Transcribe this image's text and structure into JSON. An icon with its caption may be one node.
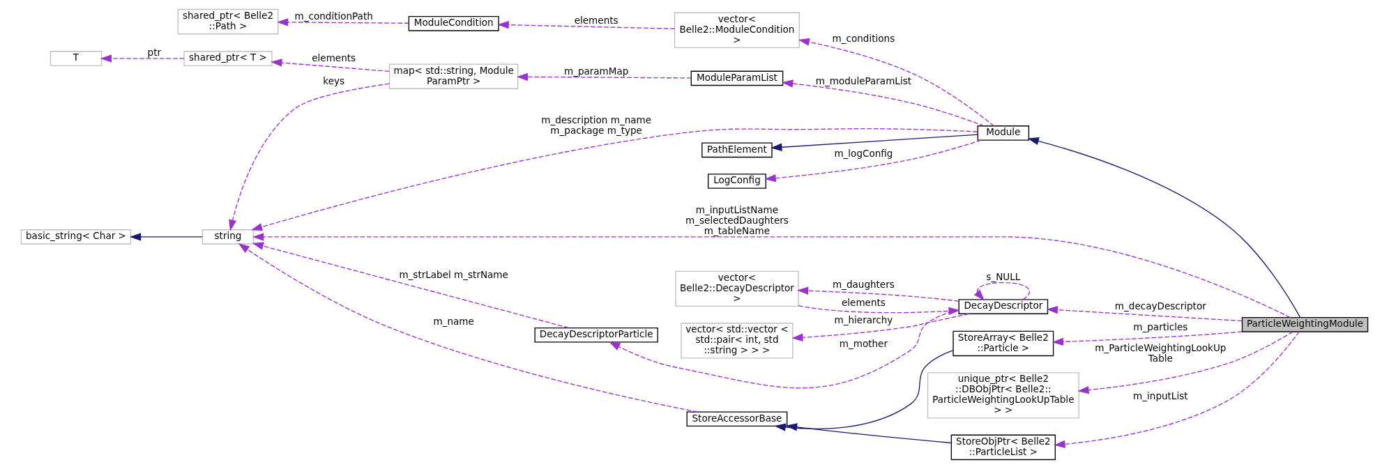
{
  "diagram": {
    "nodes": [
      {
        "text": [
          "ParticleWeightingModule"
        ]
      },
      {
        "text": [
          "Module"
        ]
      },
      {
        "text": [
          "vector< Belle2::ModuleCondition >"
        ]
      },
      {
        "text": [
          "ModuleCondition"
        ]
      },
      {
        "text": [
          "shared_ptr< Belle2 ::Path >"
        ]
      },
      {
        "text": [
          "ModuleParamList"
        ]
      },
      {
        "text": [
          "map< std::string, Module ParamPtr >"
        ]
      },
      {
        "text": [
          "shared_ptr< T >"
        ]
      },
      {
        "text": [
          "T"
        ]
      },
      {
        "text": [
          "string"
        ]
      },
      {
        "text": [
          "basic_string< Char >"
        ]
      },
      {
        "text": [
          "PathElement"
        ]
      },
      {
        "text": [
          "LogConfig"
        ]
      },
      {
        "text": [
          "DecayDescriptor"
        ]
      },
      {
        "text": [
          "vector< Belle2::DecayDescriptor >"
        ]
      },
      {
        "text": [
          "vector< std::vector < std::pair< int, std ::string > > >"
        ]
      },
      {
        "text": [
          "DecayDescriptorParticle"
        ]
      },
      {
        "text": [
          "StoreAccessorBase"
        ]
      },
      {
        "text": [
          "StoreArray< Belle2 ::Particle >"
        ]
      },
      {
        "text": [
          "unique_ptr< Belle2 ::DBObjPtr< Belle2:: ParticleWeightingLookUpTable > >"
        ]
      },
      {
        "text": [
          "StoreObjPtr< Belle2 ::ParticleList >"
        ]
      }
    ],
    "edges": [
      {
        "from": 0,
        "to": 1,
        "arrow": "to",
        "color": "#191970"
      },
      {
        "from": 1,
        "to": 2,
        "arrow": "to",
        "style": "dashed",
        "label": "m_conditions"
      },
      {
        "from": 2,
        "to": 3,
        "arrow": "to",
        "style": "dashed",
        "label": "elements"
      },
      {
        "from": 3,
        "to": 4,
        "arrow": "to",
        "style": "dashed",
        "label": "m_conditionPath"
      },
      {
        "from": 1,
        "to": 9,
        "arrow": "to",
        "style": "dashed",
        "label": "m_description m_name m_package m_type"
      },
      {
        "from": 1,
        "to": 5,
        "arrow": "to",
        "style": "dashed",
        "label": "m_moduleParamList"
      },
      {
        "from": 5,
        "to": 6,
        "arrow": "to",
        "style": "dashed",
        "label": "m_paramMap"
      },
      {
        "from": 6,
        "to": 7,
        "arrow": "to",
        "style": "dashed",
        "label": "elements"
      },
      {
        "from": 7,
        "to": 8,
        "arrow": "to",
        "style": "dashed",
        "label": "ptr"
      },
      {
        "from": 6,
        "to": 9,
        "arrow": "to",
        "style": "dashed",
        "label": "keys"
      },
      {
        "from": 1,
        "to": 11,
        "arrow": "to",
        "color": "#191970"
      },
      {
        "from": 1,
        "to": 12,
        "arrow": "to",
        "style": "dashed",
        "label": "m_logConfig"
      },
      {
        "from": 9,
        "to": 10,
        "arrow": "to",
        "color": "#191970"
      },
      {
        "from": 0,
        "to": 13,
        "arrow": "to",
        "style": "dashed",
        "label": "m_decayDescriptor"
      },
      {
        "from": 13,
        "to": 13,
        "arrow": "to",
        "style": "dashed",
        "label": "s_NULL"
      },
      {
        "from": 13,
        "to": 14,
        "arrow": "to",
        "style": "dashed",
        "label": "m_daughters"
      },
      {
        "from": 14,
        "to": 13,
        "arrow": "to",
        "style": "dashed",
        "label": "elements"
      },
      {
        "from": 13,
        "to": 15,
        "arrow": "to",
        "style": "dashed",
        "label": "m_hierarchy"
      },
      {
        "from": 13,
        "to": 16,
        "arrow": "to",
        "style": "dashed",
        "label": "m_mother"
      },
      {
        "from": 16,
        "to": 9,
        "arrow": "to",
        "style": "dashed",
        "label": "m_strLabel m_strName"
      },
      {
        "from": 17,
        "to": 9,
        "arrow": "to",
        "style": "dashed",
        "label": "m_name"
      },
      {
        "from": 18,
        "to": 17,
        "arrow": "to",
        "color": "#191970"
      },
      {
        "from": 0,
        "to": 18,
        "arrow": "to",
        "style": "dashed",
        "label": "m_particles"
      },
      {
        "from": 0,
        "to": 19,
        "arrow": "to",
        "style": "dashed",
        "label": "m_ParticleWeightingLookUp Table"
      },
      {
        "from": 0,
        "to": 20,
        "arrow": "to",
        "style": "dashed",
        "label": "m_inputList"
      },
      {
        "from": 20,
        "to": 17,
        "arrow": "to",
        "color": "#191970"
      },
      {
        "from": 0,
        "to": 9,
        "arrow": "to",
        "style": "dashed",
        "label": "m_inputListName m_selectedDaughters m_tableName"
      }
    ]
  }
}
